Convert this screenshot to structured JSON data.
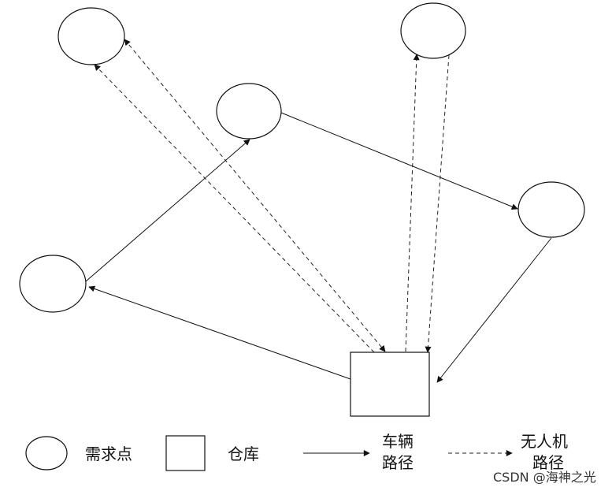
{
  "legend": {
    "demand_point_label": "需求点",
    "warehouse_label": "仓库",
    "vehicle_route_label_line1": "车辆",
    "vehicle_route_label_line2": "路径",
    "drone_route_label_line1": "无人机",
    "drone_route_label_line2": "路径"
  },
  "watermark": "CSDN @海神之光",
  "colors": {
    "stroke": "#111111",
    "background": "#ffffff"
  }
}
